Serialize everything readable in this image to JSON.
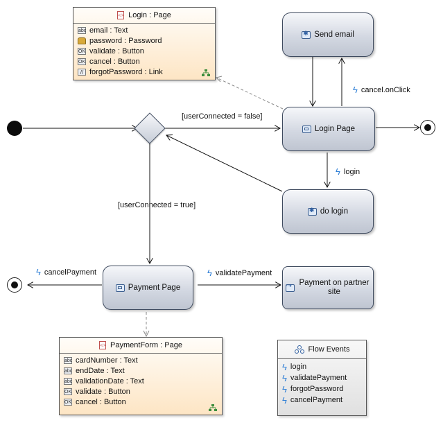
{
  "login_page_panel": {
    "title": "Login : Page",
    "fields": [
      {
        "icon": "text-field-icon",
        "glyph": "abc",
        "label": "email : Text"
      },
      {
        "icon": "password-field-icon",
        "glyph": "",
        "label": "password : Password"
      },
      {
        "icon": "button-field-icon",
        "glyph": "OK",
        "label": "validate : Button"
      },
      {
        "icon": "button-field-icon",
        "glyph": "OK",
        "label": "cancel : Button"
      },
      {
        "icon": "link-field-icon",
        "glyph": "//",
        "label": "forgotPassword : Link"
      }
    ]
  },
  "payment_form_panel": {
    "title": "PaymentForm : Page",
    "fields": [
      {
        "icon": "text-field-icon",
        "glyph": "abc",
        "label": "cardNumber : Text"
      },
      {
        "icon": "text-field-icon",
        "glyph": "abc",
        "label": "endDate : Text"
      },
      {
        "icon": "text-field-icon",
        "glyph": "abc",
        "label": "validationDate : Text"
      },
      {
        "icon": "button-field-icon",
        "glyph": "OK",
        "label": "validate : Button"
      },
      {
        "icon": "button-field-icon",
        "glyph": "OK",
        "label": "cancel : Button"
      }
    ]
  },
  "nodes": {
    "send_email": "Send email",
    "login_page": "Login Page",
    "do_login": "do login",
    "payment_page": "Payment Page",
    "payment_partner": "Payment on partner site"
  },
  "event_labels": {
    "cancel_onclick": "cancel.onClick",
    "login": "login",
    "cancel_payment": "cancelPayment",
    "validate_payment": "validatePayment"
  },
  "guards": {
    "user_not_connected": "[userConnected = false]",
    "user_connected": "[userConnected = true]"
  },
  "flow_events": {
    "title": "Flow Events",
    "items": [
      "login",
      "validatePayment",
      "forgotPassword",
      "cancelPayment"
    ]
  },
  "colors": {
    "event_accent": "#2f7fd6",
    "page_panel": "#fde5c4",
    "node_fill": "#d3d8e2"
  }
}
